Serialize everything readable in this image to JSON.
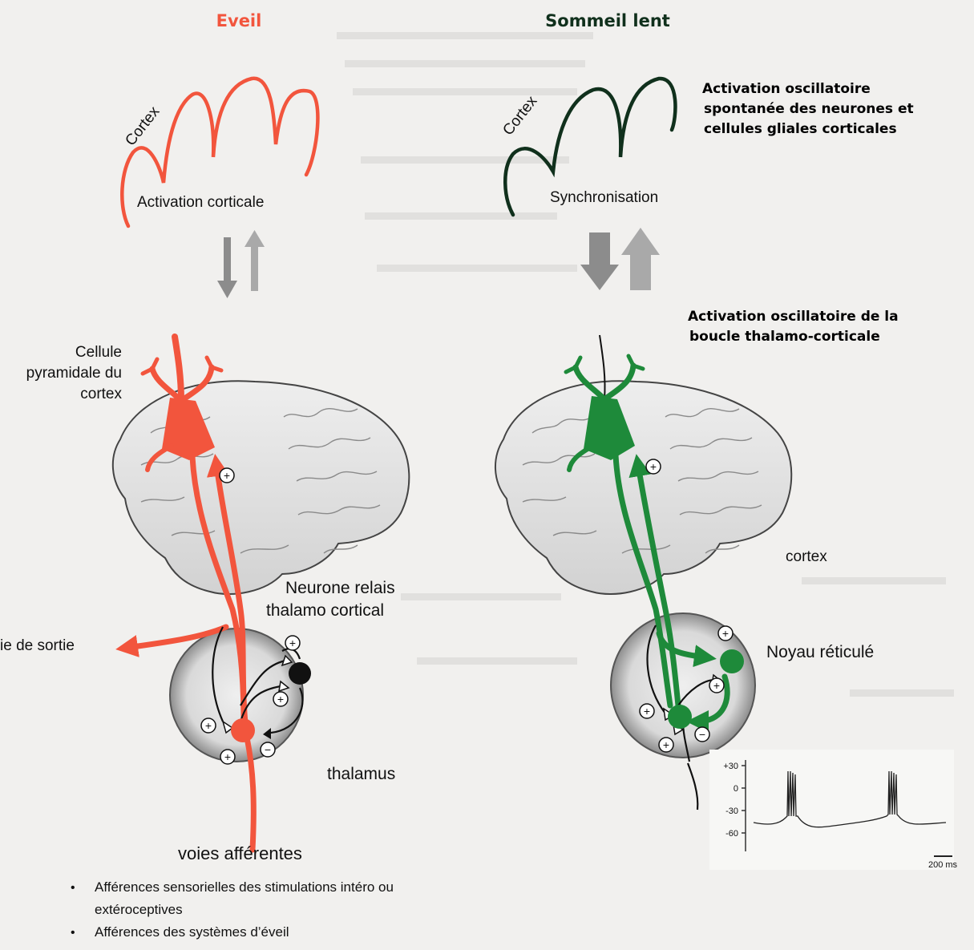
{
  "colors": {
    "eveil": "#f2553d",
    "sommeil": "#1e8a3a",
    "sommeil_cortex": "#10301c",
    "text": "#111111",
    "brain": "#e6e6e6"
  },
  "left": {
    "title": "Eveil",
    "cortex_label": "Cortex",
    "activation_label": "Activation corticale",
    "cell_label_1": "Cellule",
    "cell_label_2": "pyramidale du",
    "cell_label_3": "cortex",
    "relay_label_1": "Neurone relais",
    "relay_label_2": "thalamo cortical",
    "exit_label": "ie de sortie",
    "thalamus_label": "thalamus",
    "afferent_label": "voies afférentes"
  },
  "right": {
    "title": "Sommeil lent",
    "cortex_label": "Cortex",
    "sync_label": "Synchronisation",
    "osc_label_1": "Activation oscillatoire",
    "osc_label_2": "spontanée des neurones et",
    "osc_label_3": "cellules gliales corticales",
    "loop_label_1": "Activation oscillatoire de la",
    "loop_label_2": "boucle thalamo-corticale",
    "brain_label": "cortex",
    "reticular_label": "Noyau réticulé"
  },
  "trace": {
    "y_ticks": [
      "+30",
      "0",
      "-30",
      "-60"
    ],
    "scale_label": "200 ms"
  },
  "signs": {
    "plus": "+",
    "minus": "−"
  },
  "bullets": [
    {
      "line1": "Afférences sensorielles des stimulations intéro ou",
      "line2": "extéroceptives"
    },
    {
      "line1": "Afférences des systèmes d’éveil",
      "line2": ""
    }
  ]
}
